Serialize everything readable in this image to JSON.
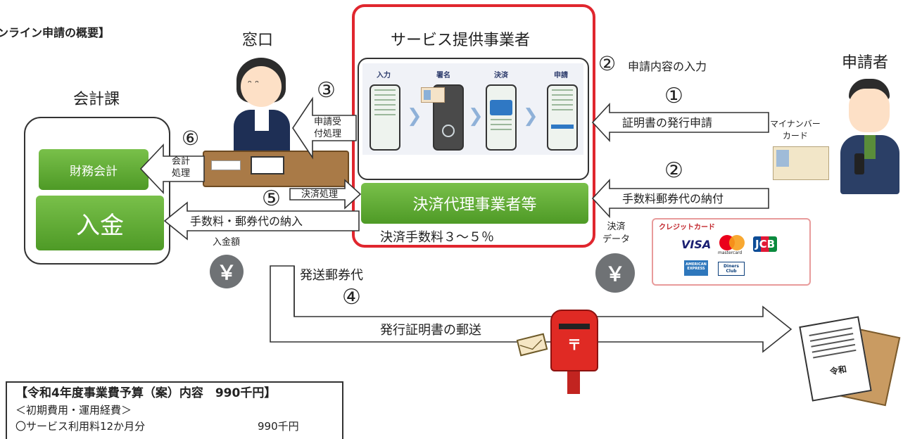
{
  "title": "ンライン申請の概要】",
  "actors": {
    "window": "窓口",
    "provider": "サービス提供事業者",
    "applicant": "申請者",
    "accounting": "会計課"
  },
  "provider_steps": [
    "入力",
    "署名",
    "決済",
    "申請"
  ],
  "boxes": {
    "finance": "財務会計",
    "deposit": "入金",
    "payment_agent": "決済代理事業者等"
  },
  "fee_note": "決済手数料３～５％",
  "arrows": {
    "reception_label": "申請受\n付処理",
    "accounting_label": "会計\n処理",
    "settlement_label": "決済処理",
    "fee_payment": "手数料・郵券代の納入",
    "issue_request": "証明書の発行申請",
    "fee_stamp_payment": "手数料郵券代の納付",
    "mail_certificate": "発行証明書の郵送",
    "postage": "発送郵券代",
    "input_content": "申請内容の入力"
  },
  "numbers": {
    "n1": "①",
    "n2a": "②",
    "n2b": "②",
    "n3": "③",
    "n4": "④",
    "n5": "⑤",
    "n6": "⑥"
  },
  "mynumber_card": "マイナンバー\nカード",
  "deposit_amount": "入金額",
  "settlement_data": "決済\nデータ",
  "yen_symbol": "￥",
  "credit_card": {
    "title": "クレジットカード",
    "brands": [
      "VISA",
      "mastercard",
      "JCB",
      "AMERICAN EXPRESS",
      "Diners Club"
    ]
  },
  "postbox_symbol": "〒",
  "document_seal": "令和",
  "budget": {
    "title": "【令和4年度事業費予算（案）内容　990千円】",
    "line1": "＜初期費用・運用経費＞",
    "line2_label": "〇サービス利用料12か月分",
    "line2_value": "990千円"
  },
  "colors": {
    "green": "#5aa832",
    "red_frame": "#e0262e",
    "yen_gray": "#6f7275"
  }
}
